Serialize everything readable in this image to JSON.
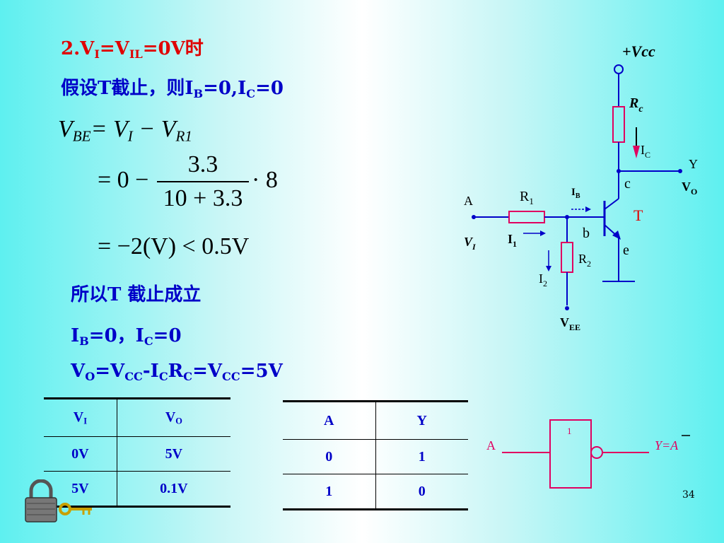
{
  "title": {
    "prefix": "2.V",
    "sub1": "I",
    "mid": "=V",
    "sub2": "IL",
    "suffix": "=0V时"
  },
  "assume": {
    "text": "假设T截止，则I",
    "sub_b": "B",
    "eq1": "=0,I",
    "sub_c": "C",
    "eq2": "=0"
  },
  "equations": {
    "lhs": "V",
    "lhs_sub": "BE",
    "eq1_rhs_a": "= V",
    "eq1_rhs_a_sub": "I",
    "eq1_rhs_b": " − V",
    "eq1_rhs_b_sub": "R1",
    "eq2_prefix": "= 0 −",
    "frac_num": "3.3",
    "frac_den": "10 + 3.3",
    "eq2_suffix": "· 8",
    "eq3": "= −2(V) < 0.5V"
  },
  "conclusions": {
    "line1": "所以T 截止成立",
    "line2": {
      "a": "I",
      "a_sub": "B",
      "b": "=0，I",
      "b_sub": "C",
      "c": "=0"
    },
    "line3": {
      "a": "V",
      "a_sub": "O",
      "b": "=V",
      "b_sub": "CC",
      "c": "-I",
      "c_sub": "C",
      "d": "R",
      "d_sub": "C",
      "e": "=V",
      "e_sub": "CC",
      "f": "=5V"
    }
  },
  "table_voltage": {
    "headers": [
      {
        "main": "V",
        "sub": "I"
      },
      {
        "main": "V",
        "sub": "O"
      }
    ],
    "rows": [
      [
        "0V",
        "5V"
      ],
      [
        "5V",
        "0.1V"
      ]
    ]
  },
  "table_logic": {
    "headers": [
      "A",
      "Y"
    ],
    "rows": [
      [
        "0",
        "1"
      ],
      [
        "1",
        "0"
      ]
    ]
  },
  "circuit": {
    "vcc": "+Vcc",
    "rc": "R",
    "rc_sub": "c",
    "ic": "I",
    "ic_sub": "C",
    "node_y": "Y",
    "node_c": "c",
    "vo": "V",
    "vo_sub": "O",
    "node_a": "A",
    "r1": "R",
    "r1_sub": "1",
    "ib": "I",
    "ib_sub": "B",
    "transistor": "T",
    "vi": "V",
    "vi_sub": "I",
    "i1": "I",
    "i1_sub": "1",
    "node_b": "b",
    "node_e": "e",
    "r2": "R",
    "r2_sub": "2",
    "i2": "I",
    "i2_sub": "2",
    "vee": "V",
    "vee_sub": "EE"
  },
  "gate": {
    "label": "1",
    "input": "A",
    "output": "Y=A"
  },
  "page_number": "34",
  "colors": {
    "title": "#e00000",
    "text": "#0000c8",
    "wire": "#0000c8",
    "resistor": "#e00060",
    "gate": "#e00060"
  }
}
